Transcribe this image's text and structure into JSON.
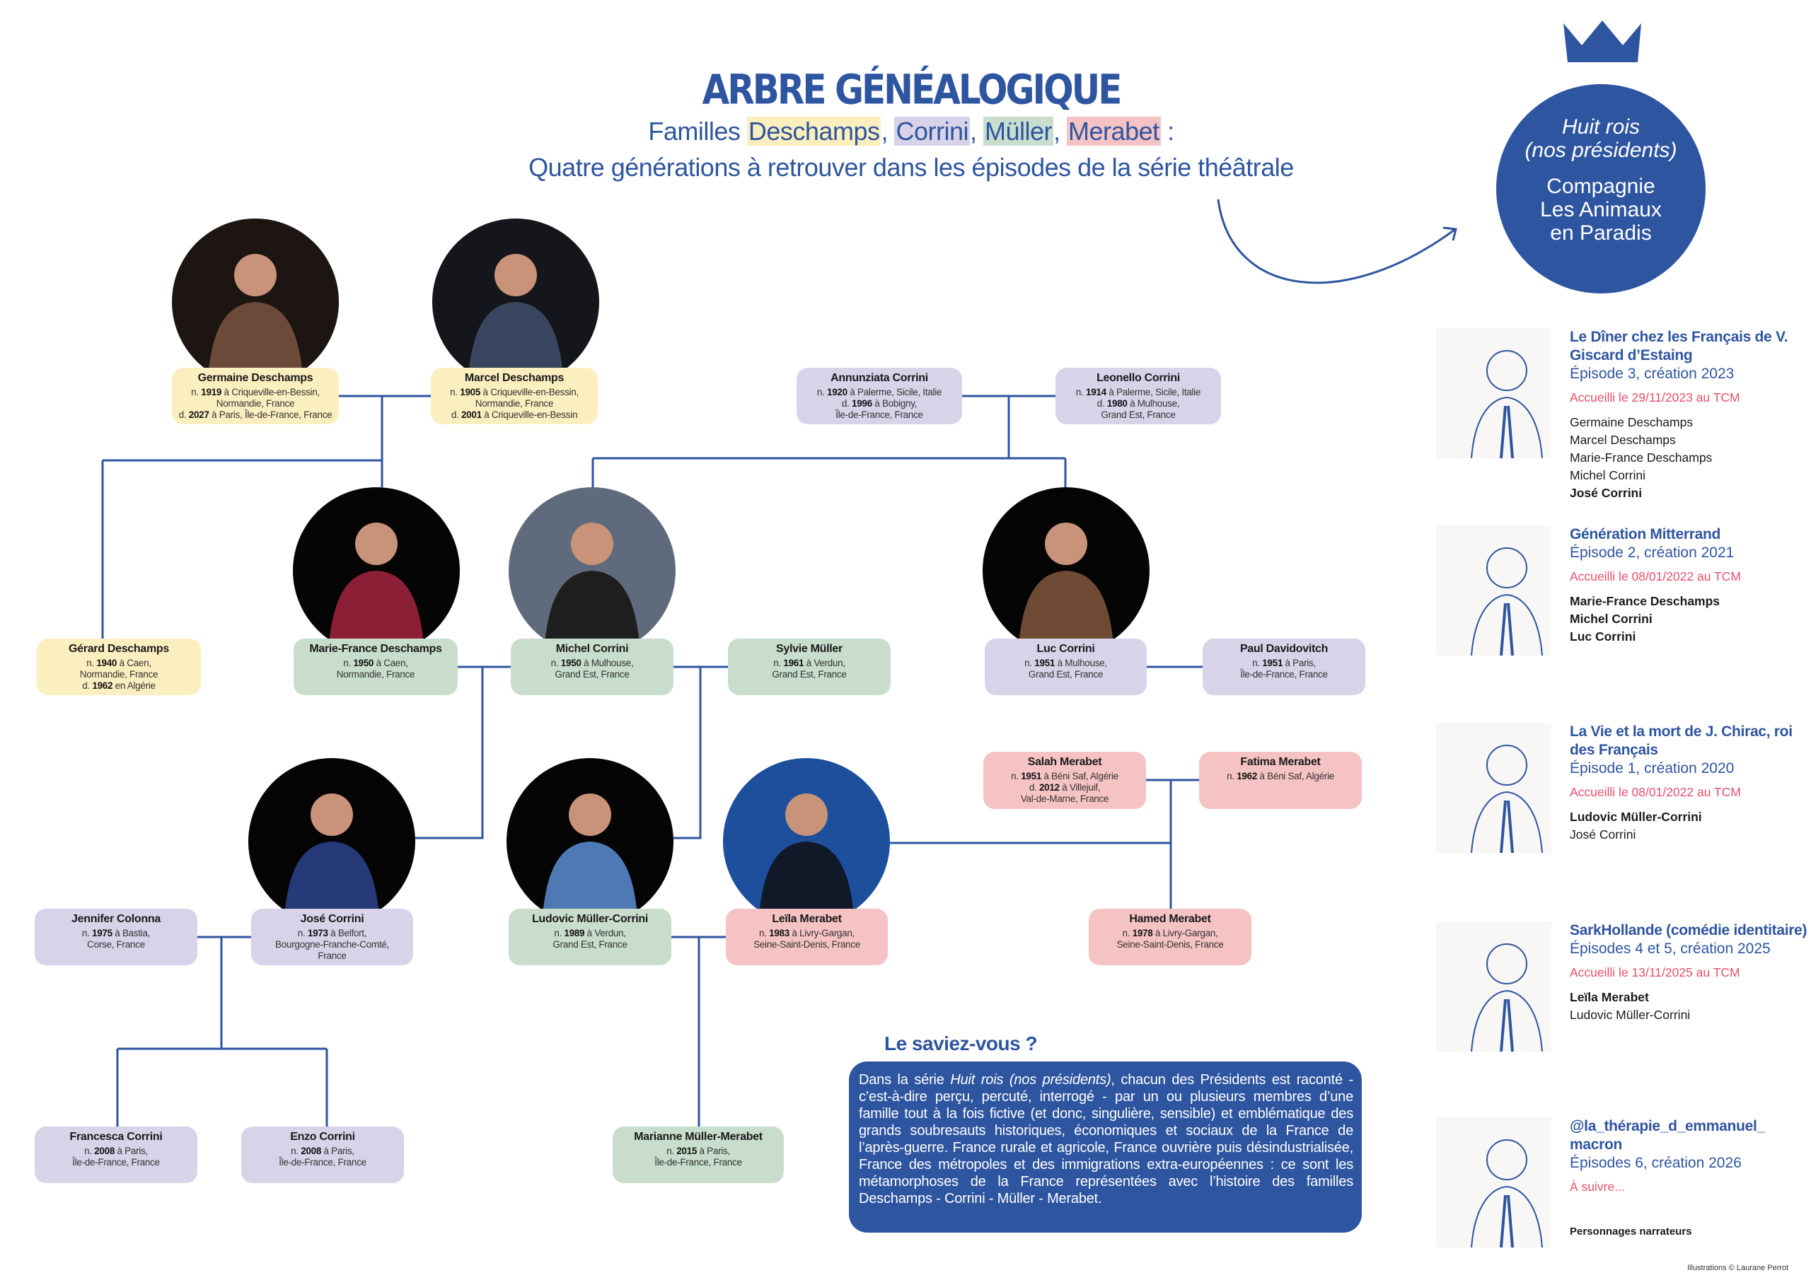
{
  "header": {
    "title": "ARBRE GÉNÉALOGIQUE",
    "families_prefix": "Familles ",
    "families": [
      {
        "name": "Deschamps",
        "sep": ", ",
        "color": "#fcefbf"
      },
      {
        "name": "Corrini",
        "sep": ", ",
        "color": "#d8d3e8"
      },
      {
        "name": "Müller",
        "sep": ", ",
        "color": "#c9ddcd"
      },
      {
        "name": "Merabet",
        "sep": " :",
        "color": "#f6c3c4"
      }
    ],
    "subtitle": "Quatre générations à retrouver dans les épisodes de la série théâtrale"
  },
  "badge": {
    "show": "Huit rois (nos présidents)",
    "company": "Compagnie Les Animaux en Paradis",
    "show_l1": "Huit rois",
    "show_l2": "(nos présidents)",
    "company_l1": "Compagnie",
    "company_l2": "Les Animaux",
    "company_l3": "en Paradis"
  },
  "colors": {
    "accent": "#2e55a0",
    "red": "#e8506a",
    "deschamps": "#fcefbf",
    "corrini": "#d8d3e8",
    "muller": "#c9ddcd",
    "merabet": "#f6c3c4"
  },
  "persons": [
    {
      "id": "germaine",
      "name": "Germaine Deschamps",
      "family": "deschamps",
      "lines": [
        {
          "p": "n. ",
          "y": "1919",
          "t": " à Criqueville-en-Bessin,"
        },
        {
          "t": "Normandie, France"
        },
        {
          "p": "d. ",
          "y": "2027",
          "t": " à Paris, Île-de-France, France"
        }
      ]
    },
    {
      "id": "marcel",
      "name": "Marcel Deschamps",
      "family": "deschamps",
      "lines": [
        {
          "p": "n. ",
          "y": "1905",
          "t": " à Criqueville-en-Bessin,"
        },
        {
          "t": "Normandie, France"
        },
        {
          "p": "d. ",
          "y": "2001",
          "t": " à Criqueville-en-Bessin"
        }
      ]
    },
    {
      "id": "annunziata",
      "name": "Annunziata Corrini",
      "family": "corrini",
      "lines": [
        {
          "p": "n. ",
          "y": "1920",
          "t": " à Palerme, Sicile, Italie"
        },
        {
          "p": "d. ",
          "y": "1996",
          "t": " à Bobigny,"
        },
        {
          "t": "Île-de-France, France"
        }
      ]
    },
    {
      "id": "leonello",
      "name": "Leonello Corrini",
      "family": "corrini",
      "lines": [
        {
          "p": "n. ",
          "y": "1914",
          "t": " à Palerme, Sicile, Italie"
        },
        {
          "p": "d. ",
          "y": "1980",
          "t": " à Mulhouse,"
        },
        {
          "t": "Grand Est, France"
        }
      ]
    },
    {
      "id": "gerard",
      "name": "Gérard Deschamps",
      "family": "deschamps",
      "lines": [
        {
          "p": "n. ",
          "y": "1940",
          "t": " à Caen,"
        },
        {
          "t": "Normandie, France"
        },
        {
          "p": "d. ",
          "y": "1962",
          "t": " en Algérie"
        }
      ]
    },
    {
      "id": "mariefrance",
      "name": "Marie-France Deschamps",
      "family": "muller",
      "lines": [
        {
          "p": "n. ",
          "y": "1950",
          "t": " à Caen,"
        },
        {
          "t": "Normandie, France"
        }
      ]
    },
    {
      "id": "michel",
      "name": "Michel Corrini",
      "family": "muller",
      "lines": [
        {
          "p": "n. ",
          "y": "1950",
          "t": " à Mulhouse,"
        },
        {
          "t": "Grand Est, France"
        }
      ]
    },
    {
      "id": "sylvie",
      "name": "Sylvie Müller",
      "family": "muller",
      "lines": [
        {
          "p": "n. ",
          "y": "1961",
          "t": " à Verdun,"
        },
        {
          "t": "Grand Est, France"
        }
      ]
    },
    {
      "id": "luc",
      "name": "Luc Corrini",
      "family": "corrini",
      "lines": [
        {
          "p": "n. ",
          "y": "1951",
          "t": " à Mulhouse,"
        },
        {
          "t": "Grand Est, France"
        }
      ]
    },
    {
      "id": "paul",
      "name": "Paul Davidovitch",
      "family": "corrini",
      "lines": [
        {
          "p": "n. ",
          "y": "1951",
          "t": " à Paris,"
        },
        {
          "t": "Île-de-France, France"
        }
      ]
    },
    {
      "id": "salah",
      "name": "Salah Merabet",
      "family": "merabet",
      "lines": [
        {
          "p": "n. ",
          "y": "1951",
          "t": " à Béni Saf, Algérie"
        },
        {
          "p": "d. ",
          "y": "2012",
          "t": " à Villejuif,"
        },
        {
          "t": "Val-de-Marne, France"
        }
      ]
    },
    {
      "id": "fatima",
      "name": "Fatima Merabet",
      "family": "merabet",
      "lines": [
        {
          "p": "n. ",
          "y": "1962",
          "t": " à Béni Saf, Algérie"
        }
      ]
    },
    {
      "id": "jennifer",
      "name": "Jennifer Colonna",
      "family": "corrini",
      "lines": [
        {
          "p": "n. ",
          "y": "1975",
          "t": " à Bastia,"
        },
        {
          "t": "Corse, France"
        }
      ]
    },
    {
      "id": "jose",
      "name": "José Corrini",
      "family": "corrini",
      "lines": [
        {
          "p": "n. ",
          "y": "1973",
          "t": " à Belfort,"
        },
        {
          "t": "Bourgogne-Franche-Comté,"
        },
        {
          "t": "France"
        }
      ]
    },
    {
      "id": "ludovic",
      "name": "Ludovic Müller-Corrini",
      "family": "muller",
      "lines": [
        {
          "p": "n. ",
          "y": "1989",
          "t": " à Verdun,"
        },
        {
          "t": "Grand Est, France"
        }
      ]
    },
    {
      "id": "leila",
      "name": "Leïla Merabet",
      "family": "merabet",
      "lines": [
        {
          "p": "n. ",
          "y": "1983",
          "t": " à Livry-Gargan,"
        },
        {
          "t": "Seine-Saint-Denis, France"
        }
      ]
    },
    {
      "id": "hamed",
      "name": "Hamed Merabet",
      "family": "merabet",
      "lines": [
        {
          "p": "n. ",
          "y": "1978",
          "t": " à Livry-Gargan,"
        },
        {
          "t": "Seine-Saint-Denis, France"
        }
      ]
    },
    {
      "id": "francesca",
      "name": "Francesca Corrini",
      "family": "corrini",
      "lines": [
        {
          "p": "n. ",
          "y": "2008",
          "t": " à Paris,"
        },
        {
          "t": "Île-de-France, France"
        }
      ]
    },
    {
      "id": "enzo",
      "name": "Enzo Corrini",
      "family": "corrini",
      "lines": [
        {
          "p": "n. ",
          "y": "2008",
          "t": " à Paris,"
        },
        {
          "t": "Île-de-France, France"
        }
      ]
    },
    {
      "id": "marianne",
      "name": "Marianne Müller-Merabet",
      "family": "muller",
      "lines": [
        {
          "p": "n. ",
          "y": "2015",
          "t": " à Paris,"
        },
        {
          "t": "Île-de-France, France"
        }
      ]
    }
  ],
  "saviez": {
    "title": "Le saviez-vous ?",
    "text_before": "Dans la série ",
    "text_italic": "Huit rois (nos présidents)",
    "text_after": ", chacun des Présidents est raconté - c’est-à-dire perçu, percuté, interrogé - par un ou plusieurs membres d’une famille tout à la fois fictive (et donc, singulière, sensible) et emblématique des grands soubresauts historiques, économiques et sociaux de la France de l’après-guerre. France rurale et agricole, France ouvrière puis désindustrialisée, France des métropoles et des immigrations extra-européennes : ce sont les métamorphoses de la France représentées avec l’histoire des familles Deschamps - Corrini - Müller - Merabet."
  },
  "episodes": [
    {
      "title": "Le Dîner chez les Français de V. Giscard d’Estaing",
      "subtitle": "Épisode 3, création 2023",
      "hosted": "Accueilli le 29/11/2023 au TCM",
      "cast": [
        {
          "name": "Germaine Deschamps",
          "bold": false
        },
        {
          "name": "Marcel Deschamps",
          "bold": false
        },
        {
          "name": "Marie-France Deschamps",
          "bold": false
        },
        {
          "name": "Michel Corrini",
          "bold": false
        },
        {
          "name": "José Corrini",
          "bold": true
        }
      ]
    },
    {
      "title": "Génération Mitterrand",
      "subtitle": "Épisode 2, création 2021",
      "hosted": "Accueilli le 08/01/2022 au TCM",
      "cast": [
        {
          "name": "Marie-France Deschamps",
          "bold": true
        },
        {
          "name": "Michel Corrini",
          "bold": true
        },
        {
          "name": "Luc Corrini",
          "bold": true
        }
      ]
    },
    {
      "title": "La Vie et la mort de J. Chirac, roi des Français",
      "subtitle": "Épisode 1, création 2020",
      "hosted": "Accueilli le 08/01/2022 au TCM",
      "cast": [
        {
          "name": "Ludovic Müller-Corrini",
          "bold": true
        },
        {
          "name": "José Corrini",
          "bold": false
        }
      ]
    },
    {
      "title": "SarkHollande (comédie identitaire)",
      "subtitle": "Épisodes 4 et 5, création 2025",
      "hosted": "Accueilli le 13/11/2025 au TCM",
      "cast": [
        {
          "name": "Leïla Merabet",
          "bold": true
        },
        {
          "name": "Ludovic Müller-Corrini",
          "bold": false
        }
      ]
    },
    {
      "title": "@la_thérapie_d_emmanuel_ macron",
      "subtitle": "Épisodes 6, création 2026",
      "hosted": "À suivre...",
      "cast": []
    }
  ],
  "legend": {
    "narrators": "Personnages narrateurs"
  },
  "credit": "Illustrations © Laurane Perrot"
}
